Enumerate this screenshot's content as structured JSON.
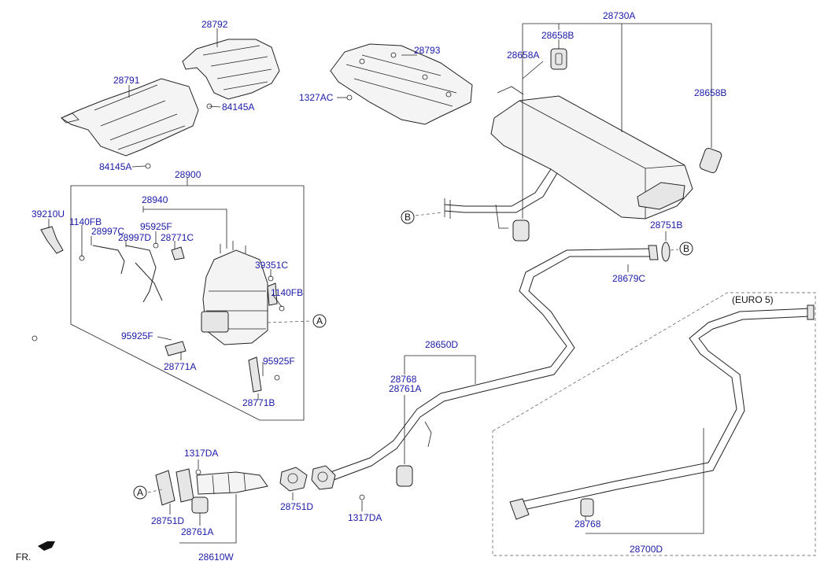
{
  "labels": {
    "p28792": "28792",
    "p28791": "28791",
    "p84145A_top": "84145A",
    "p84145A_bot": "84145A",
    "p28793": "28793",
    "p1327AC": "1327AC",
    "p28730A": "28730A",
    "p28658B_top": "28658B",
    "p28658A": "28658A",
    "p28658B_right": "28658B",
    "p28900": "28900",
    "p28940": "28940",
    "p39210U": "39210U",
    "p1140FB_left": "1140FB",
    "p28997C": "28997C",
    "p95925F_top": "95925F",
    "p28997D": "28997D",
    "p28771C": "28771C",
    "p39351C": "39351C",
    "p1140FB_right": "1140FB",
    "p95925F_left": "95925F",
    "p28771A": "28771A",
    "p95925F_right": "95925F",
    "p28771B": "28771B",
    "p28751B": "28751B",
    "p28679C": "28679C",
    "p28650D": "28650D",
    "p28768_mid": "28768",
    "p28761A_mid": "28761A",
    "p1317DA_top": "1317DA",
    "p28751D_left": "28751D",
    "p28761A_bot": "28761A",
    "p28610W": "28610W",
    "p28751D_mid": "28751D",
    "p1317DA_bot": "1317DA",
    "pEURO5": "(EURO 5)",
    "p28768_right": "28768",
    "p28700D": "28700D",
    "refA1": "A",
    "refA2": "A",
    "refB1": "B",
    "refB2": "B",
    "fr": "FR."
  }
}
